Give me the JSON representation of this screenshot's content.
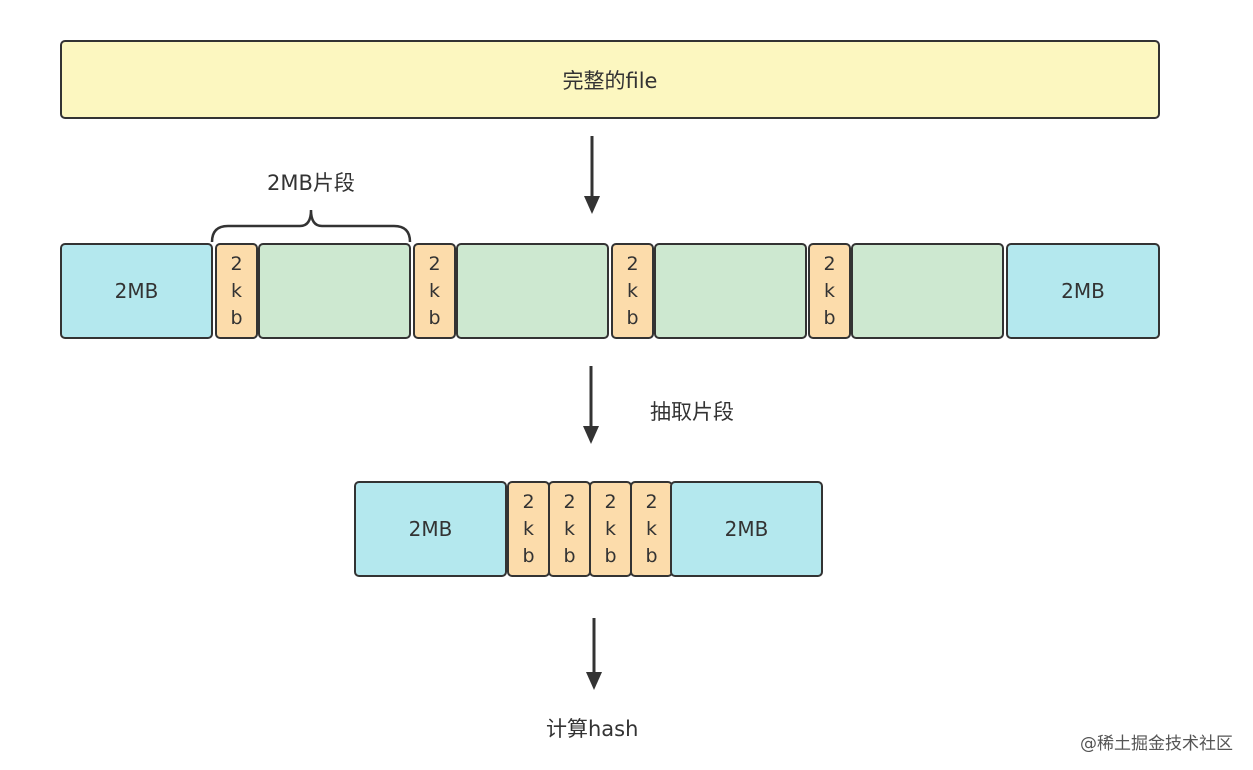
{
  "file_label": "完整的file",
  "segment_brace_label": "2MB片段",
  "extract_label": "抽取片段",
  "hash_label": "计算hash",
  "block_2mb": "2MB",
  "kb_chars": [
    "2",
    "k",
    "b"
  ],
  "watermark": "@稀土掘金技术社区",
  "colors": {
    "file": "#fcf7c0",
    "block_2mb": "#b4e8ee",
    "middle_segment": "#cde8d0",
    "kb_sample": "#fcdcab",
    "stroke": "#333333"
  }
}
